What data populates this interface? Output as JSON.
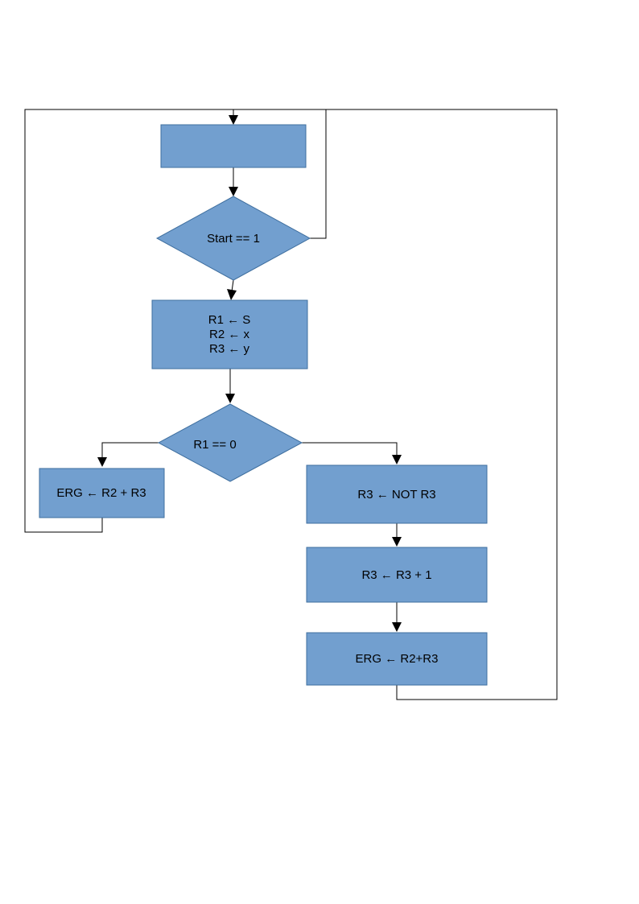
{
  "colors": {
    "shape_fill": "#729fcf",
    "shape_stroke": "#3f6f9f",
    "connector": "#000000",
    "text": "#000000"
  },
  "nodes": {
    "top_box": {
      "label": ""
    },
    "start_decision": {
      "label": "Start == 1"
    },
    "init_box": {
      "lines": [
        "R1 ← S",
        "R2 ← x",
        "R3 ← y"
      ]
    },
    "r1_decision": {
      "label": "R1 == 0"
    },
    "add_box": {
      "label": "ERG ← R2 + R3"
    },
    "not_box": {
      "label": "R3 ← NOT R3"
    },
    "inc_box": {
      "label": "R3 ← R3 + 1"
    },
    "sum_box": {
      "label": "ERG ← R2+R3"
    }
  }
}
